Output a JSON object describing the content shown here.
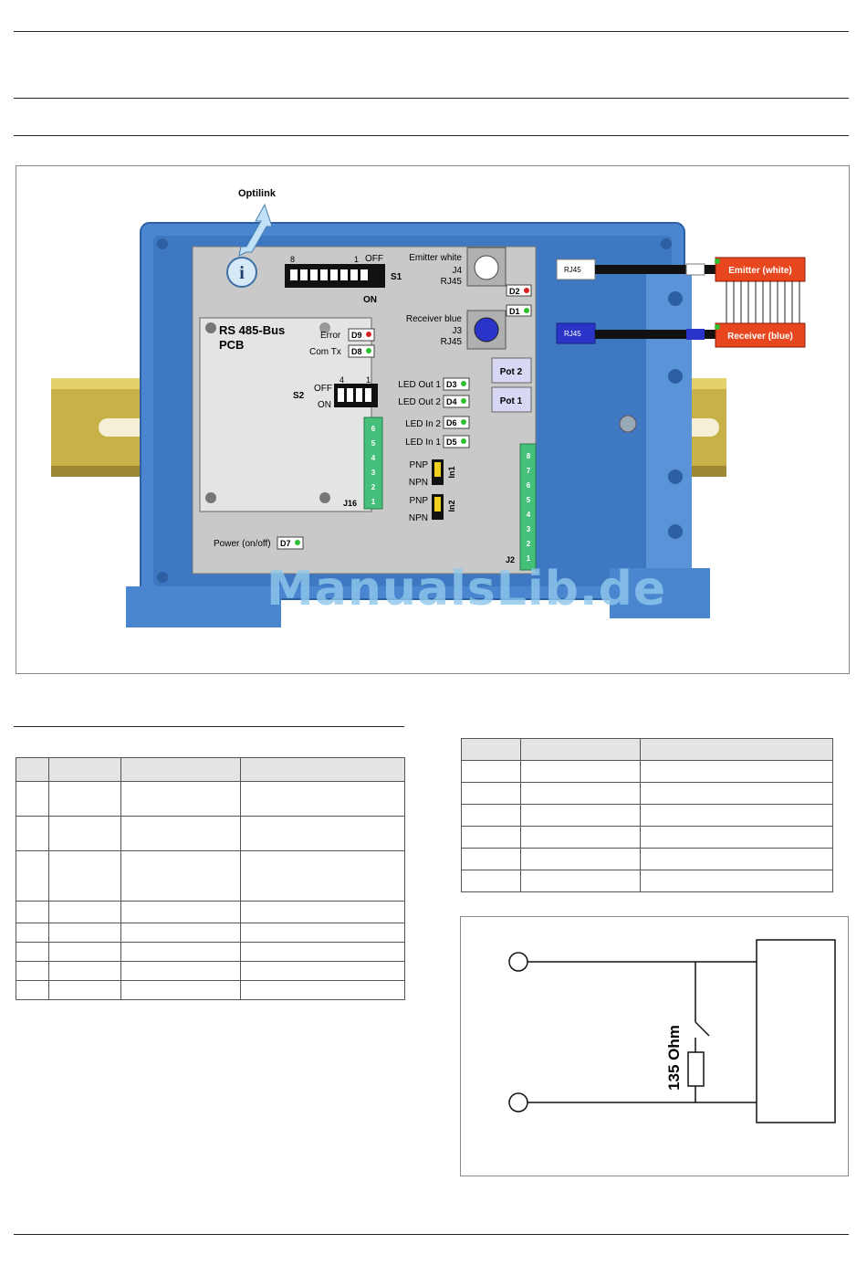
{
  "figure": {
    "optilink": "Optilink",
    "info_symbol": "i",
    "s1": {
      "name": "S1",
      "left": "8",
      "right": "1",
      "off": "OFF",
      "on": "ON"
    },
    "emitter_white": "Emitter white",
    "j4": "J4",
    "j4_type": "RJ45",
    "d2": "D2",
    "d1": "D1",
    "receiver_blue": "Receiver blue",
    "j3": "J3",
    "j3_type": "RJ45",
    "pcb_title": "RS 485-Bus",
    "pcb_sub": "PCB",
    "error": "Error",
    "d9": "D9",
    "com_tx": "Com Tx",
    "d8": "D8",
    "s2": {
      "name": "S2",
      "left": "4",
      "right": "1",
      "off": "OFF",
      "on": "ON"
    },
    "j16": "J16",
    "j16_pins": [
      "6",
      "5",
      "4",
      "3",
      "2",
      "1"
    ],
    "led_out1": "LED Out 1",
    "d3": "D3",
    "led_out2": "LED Out 2",
    "d4": "D4",
    "led_in2": "LED In 2",
    "d6": "D6",
    "led_in1": "LED In 1",
    "d5": "D5",
    "pot2": "Pot 2",
    "pot1": "Pot 1",
    "pnp": "PNP",
    "npn": "NPN",
    "in1": "In1",
    "in2": "In2",
    "power": "Power (on/off)",
    "d7": "D7",
    "j2": "J2",
    "j2_pins": [
      "8",
      "7",
      "6",
      "5",
      "4",
      "3",
      "2",
      "1"
    ],
    "rj45_top": "RJ45",
    "rj45_bottom": "RJ45",
    "emitter_box": "Emitter (white)",
    "receiver_box": "Receiver (blue)"
  },
  "watermark": "ManualsLib.de",
  "schematic": {
    "resistor_label": "135 Ohm"
  },
  "colors": {
    "housing": "#4a86cf",
    "pcb": "#c9c9c9",
    "emitter_red": "#e8461e",
    "receiver_blue": "#2b34c8",
    "led_green": "#2fc02f",
    "led_red": "#d42020",
    "terminal_green": "#44c07a",
    "pot_bg": "#d8d8f4"
  }
}
